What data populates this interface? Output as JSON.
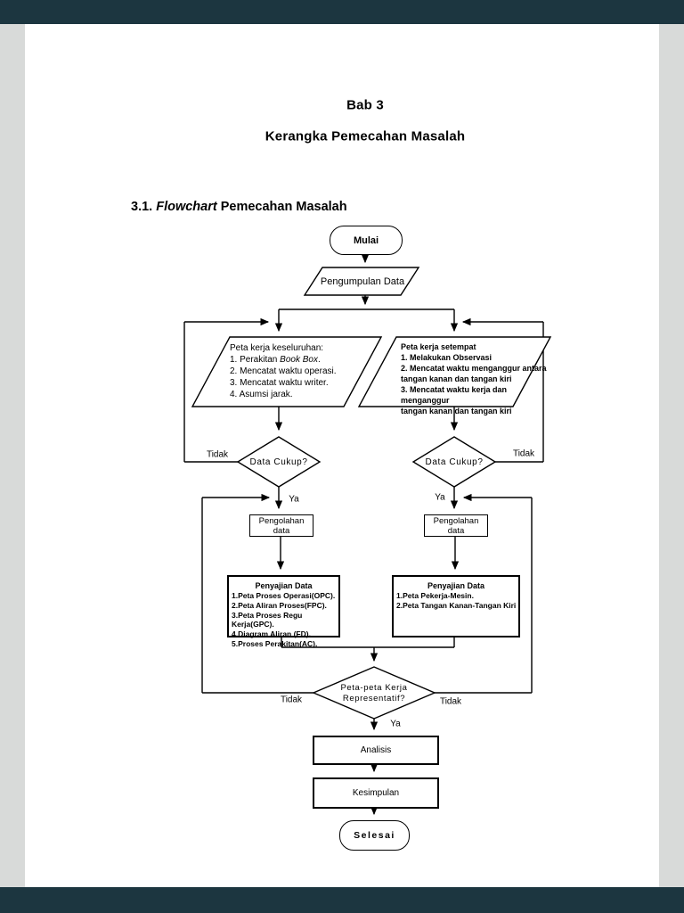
{
  "chrome": {
    "bar_color": "#1c3640",
    "side_color": "#d8dad9"
  },
  "document": {
    "chapter_title": "Bab 3",
    "chapter_subtitle": "Kerangka Pemecahan Masalah",
    "section_prefix": "3.1. ",
    "section_italic": "Flowchart",
    "section_suffix": " Pemecahan Masalah"
  },
  "flowchart": {
    "start": "Mulai",
    "collect": "Pengumpulan Data",
    "left_input": {
      "title": "Peta kerja keseluruhan:",
      "item1_pre": "1. Perakitan ",
      "item1_italic": "Book Box",
      "item1_post": ".",
      "items_rest": "2. Mencatat waktu operasi.\n3. Mencatat waktu writer.\n4. Asumsi jarak."
    },
    "right_input": {
      "title": "Peta kerja setempat",
      "items": "1. Melakukan Observasi\n2. Mencatat waktu menganggur antara\n    tangan kanan dan tangan kiri\n3. Mencatat waktu kerja dan menganggur\n    tangan kanan dan tangan kiri"
    },
    "decision_left": "Data Cukup?",
    "decision_right": "Data Cukup?",
    "process_left": "Pengolahan data",
    "process_right": "Pengolahan data",
    "present_left": {
      "title": "Penyajian Data",
      "items": "1.Peta Proses Operasi(OPC).\n2.Peta Aliran Proses(FPC).\n3.Peta Proses Regu Kerja(GPC).\n4.Diagram Aliran (FD).\n5.Proses Perakitan(AC)."
    },
    "present_right": {
      "title": "Penyajian Data",
      "items": "1.Peta Pekerja-Mesin.\n2.Peta Tangan Kanan-Tangan Kiri"
    },
    "decision_final_line1": "Peta-peta Kerja",
    "decision_final_line2": "Representatif?",
    "analysis": "Analisis",
    "conclusion": "Kesimpulan",
    "end": "Selesai",
    "labels": {
      "ya": "Ya",
      "tidak": "Tidak"
    }
  }
}
